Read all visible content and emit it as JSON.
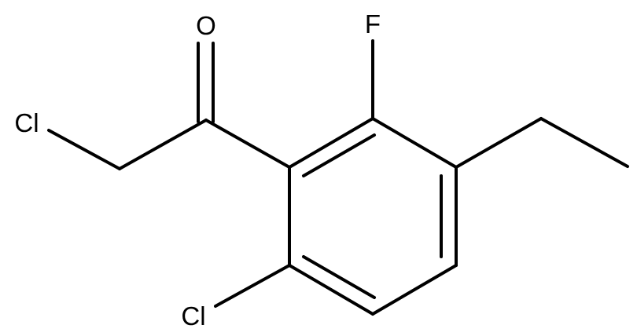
{
  "molecule": {
    "atoms": {
      "oxygen": "O",
      "fluorine": "F",
      "chlorine_left": "Cl",
      "chlorine_bottom": "Cl"
    },
    "colors": {
      "bond": "#000000",
      "label": "#000000",
      "background": "#ffffff"
    }
  }
}
